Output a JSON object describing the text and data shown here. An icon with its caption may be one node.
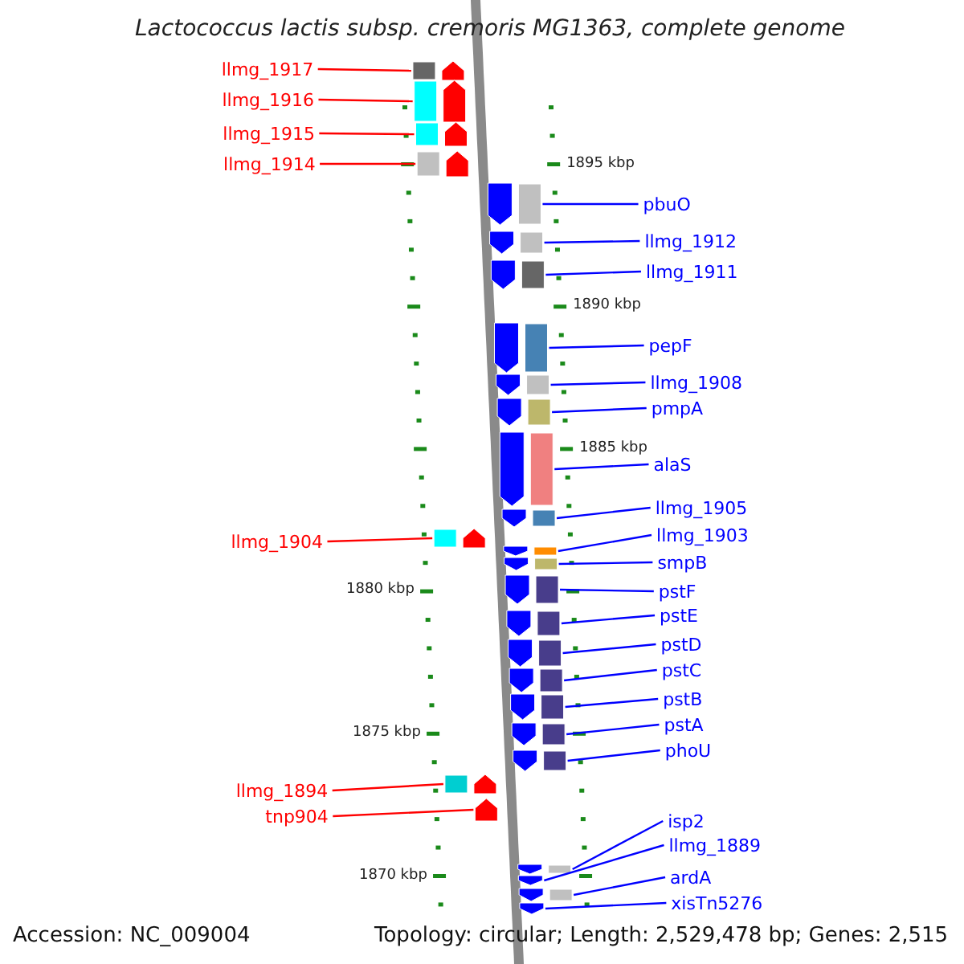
{
  "diagram": {
    "title": "Lactococcus lactis subsp. cremoris MG1363, complete genome",
    "nodes": [
      {
        "text": [
          "llmg_1917"
        ]
      },
      {
        "text": [],
        "shape": "arrow"
      },
      {
        "text": [
          "llmg_1916"
        ]
      },
      {
        "text": [],
        "shape": "arrow"
      },
      {
        "text": [
          "llmg_1915"
        ]
      },
      {
        "text": [],
        "shape": "arrow"
      },
      {
        "text": [
          "llmg_1914"
        ]
      },
      {
        "text": [],
        "shape": "arrow"
      },
      {
        "text": [
          "pbuO"
        ]
      },
      {
        "text": [],
        "shape": "arrow"
      },
      {
        "text": [
          "llmg_1912"
        ]
      },
      {
        "text": [],
        "shape": "arrow"
      },
      {
        "text": [
          "llmg_1911"
        ]
      },
      {
        "text": [],
        "shape": "arrow"
      },
      {
        "text": [
          "pepF"
        ]
      },
      {
        "text": [],
        "shape": "arrow"
      },
      {
        "text": [
          "llmg_1908"
        ]
      },
      {
        "text": [],
        "shape": "arrow"
      },
      {
        "text": [
          "pmpA"
        ]
      },
      {
        "text": [],
        "shape": "arrow"
      },
      {
        "text": [
          "alaS"
        ]
      },
      {
        "text": [],
        "shape": "arrow"
      },
      {
        "text": [
          "llmg_1905"
        ]
      },
      {
        "text": [],
        "shape": "arrow"
      },
      {
        "text": [
          "llmg_1903"
        ]
      },
      {
        "text": [],
        "shape": "arrow"
      },
      {
        "text": [
          "llmg_1904"
        ]
      },
      {
        "text": [],
        "shape": "arrow"
      },
      {
        "text": [
          "smpB"
        ]
      },
      {
        "text": [],
        "shape": "arrow"
      },
      {
        "text": [
          "pstF"
        ]
      },
      {
        "text": [],
        "shape": "arrow"
      },
      {
        "text": [
          "pstE"
        ]
      },
      {
        "text": [],
        "shape": "arrow"
      },
      {
        "text": [
          "pstD"
        ]
      },
      {
        "text": [],
        "shape": "arrow"
      },
      {
        "text": [
          "pstC"
        ]
      },
      {
        "text": [],
        "shape": "arrow"
      },
      {
        "text": [
          "pstB"
        ]
      },
      {
        "text": [],
        "shape": "arrow"
      },
      {
        "text": [
          "pstA"
        ]
      },
      {
        "text": [],
        "shape": "arrow"
      },
      {
        "text": [
          "phoU"
        ]
      },
      {
        "text": [],
        "shape": "arrow"
      },
      {
        "text": [
          "llmg_1894"
        ]
      },
      {
        "text": [],
        "shape": "arrow"
      },
      {
        "text": [
          "tnp904"
        ]
      },
      {
        "text": [],
        "shape": "arrow"
      },
      {
        "text": [
          "isp2"
        ]
      },
      {
        "text": [],
        "shape": "arrow"
      },
      {
        "text": [
          "llmg_1889"
        ]
      },
      {
        "text": [],
        "shape": "arrow"
      },
      {
        "text": [
          "ardA"
        ]
      },
      {
        "text": [],
        "shape": "arrow"
      },
      {
        "text": [
          "xisTn5276"
        ]
      },
      {
        "text": [],
        "shape": "arrow"
      }
    ],
    "edges": [
      {
        "from": 0,
        "to": 1,
        "arrow": "none",
        "color": "#ff0000"
      },
      {
        "from": 2,
        "to": 3,
        "arrow": "none",
        "color": "#ff0000"
      },
      {
        "from": 4,
        "to": 5,
        "arrow": "none",
        "color": "#ff0000"
      },
      {
        "from": 6,
        "to": 7,
        "arrow": "none",
        "color": "#ff0000"
      },
      {
        "from": 8,
        "to": 9,
        "arrow": "none"
      },
      {
        "from": 10,
        "to": 11,
        "arrow": "none"
      },
      {
        "from": 12,
        "to": 13,
        "arrow": "none"
      },
      {
        "from": 14,
        "to": 15,
        "arrow": "none"
      },
      {
        "from": 16,
        "to": 17,
        "arrow": "none"
      },
      {
        "from": 18,
        "to": 19,
        "arrow": "none"
      },
      {
        "from": 20,
        "to": 21,
        "arrow": "none"
      },
      {
        "from": 22,
        "to": 23,
        "arrow": "none"
      },
      {
        "from": 24,
        "to": 25,
        "arrow": "none"
      },
      {
        "from": 26,
        "to": 27,
        "arrow": "none",
        "color": "#ff0000"
      },
      {
        "from": 28,
        "to": 29,
        "arrow": "none"
      },
      {
        "from": 30,
        "to": 31,
        "arrow": "none"
      },
      {
        "from": 32,
        "to": 33,
        "arrow": "none"
      },
      {
        "from": 34,
        "to": 35,
        "arrow": "none"
      },
      {
        "from": 36,
        "to": 37,
        "arrow": "none"
      },
      {
        "from": 38,
        "to": 39,
        "arrow": "none"
      },
      {
        "from": 40,
        "to": 41,
        "arrow": "none"
      },
      {
        "from": 42,
        "to": 43,
        "arrow": "none"
      },
      {
        "from": 44,
        "to": 45,
        "arrow": "none",
        "color": "#ff0000"
      },
      {
        "from": 46,
        "to": 47,
        "arrow": "none",
        "color": "#ff0000"
      },
      {
        "from": 48,
        "to": 49,
        "arrow": "none"
      },
      {
        "from": 50,
        "to": 51,
        "arrow": "none"
      },
      {
        "from": 52,
        "to": 53,
        "arrow": "none"
      },
      {
        "from": 54,
        "to": 55,
        "arrow": "none"
      }
    ],
    "labels": [
      "1895 kbp",
      "1890 kbp",
      "1885 kbp",
      "1880 kbp",
      "1875 kbp",
      "1870 kbp",
      "Accession: NC_009004",
      "Topology: circular; Length: 2,529,478 bp; Genes: 2,515"
    ]
  }
}
